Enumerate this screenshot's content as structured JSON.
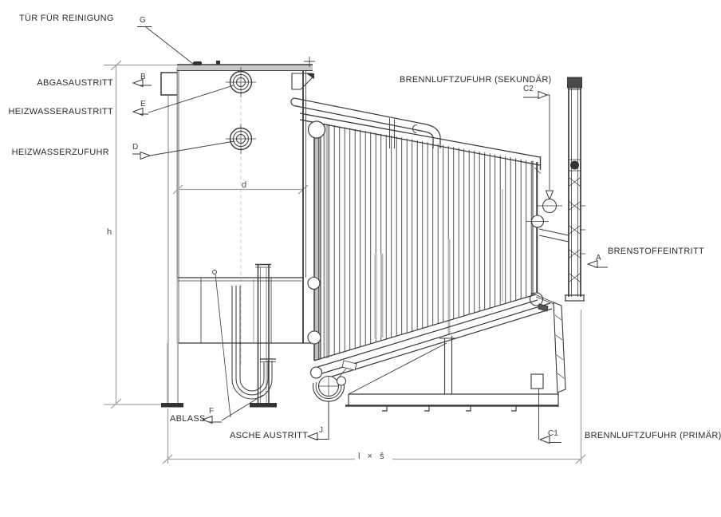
{
  "labels": {
    "door_cleaning": "TÜR FÜR REINIGUNG",
    "flue_gas_outlet": "ABGASAUSTRITT",
    "heating_water_outlet": "HEIZWASSERAUSTRITT",
    "heating_water_supply": "HEIZWASSERZUFUHR",
    "combustion_air_secondary": "BRENNLUFTZUFUHR (SEKUNDÄR)",
    "fuel_inlet": "BRENSTOFFEINTRITT",
    "drain": "ABLASS",
    "ash_outlet": "ASCHE AUSTRITT",
    "combustion_air_primary": "BRENNLUFTZUFUHR (PRIMÄR)"
  },
  "markers": {
    "g": "G",
    "b": "B",
    "e": "E",
    "d": "D",
    "f": "F",
    "j": "J",
    "a": "A",
    "c1": "C1",
    "c2": "C2"
  },
  "dimensions": {
    "height": "h",
    "depth": "d",
    "length_width": "l × š"
  },
  "colors": {
    "line_dark": "#3a3a3a",
    "line_gray": "#a6a6a6",
    "background": "#ffffff"
  }
}
